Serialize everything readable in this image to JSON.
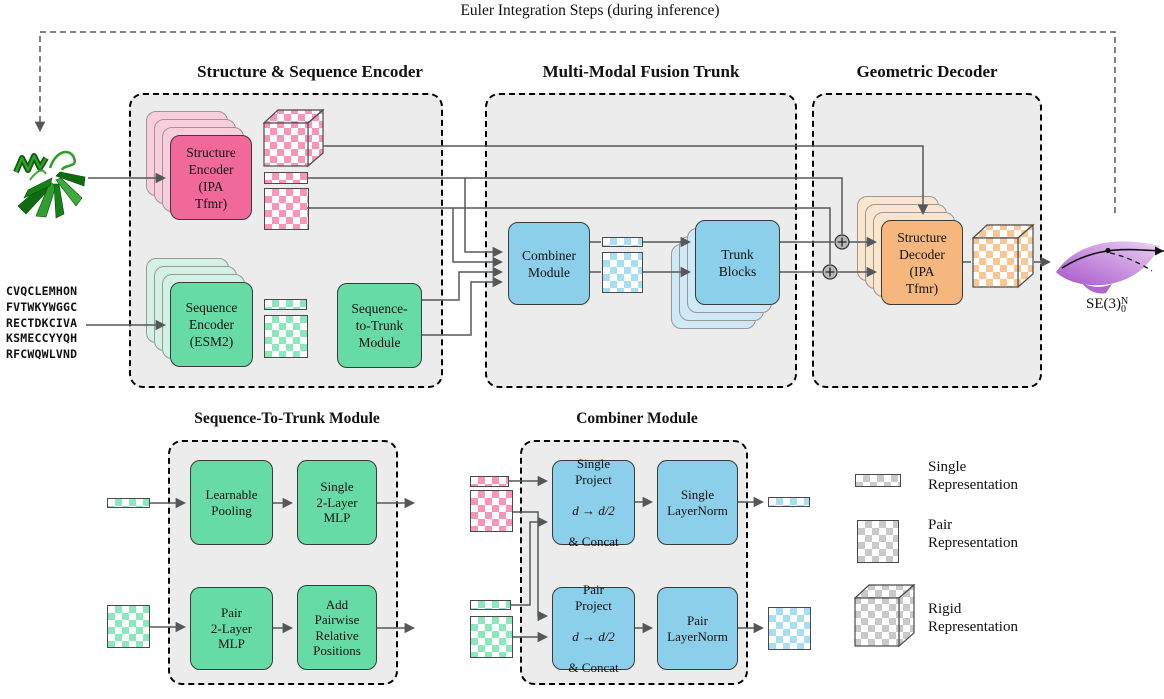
{
  "loop_label": "Euler Integration Steps (during inference)",
  "sections": {
    "encoder": "Structure & Sequence Encoder",
    "trunk": "Multi-Modal Fusion Trunk",
    "decoder": "Geometric Decoder"
  },
  "sequence_input": [
    "CVQCLEMHON",
    "FVTWKYWGGC",
    "RECTDKCIVA",
    "KSMECCYYQH",
    "RFCWQWLVND"
  ],
  "blocks": {
    "structure_encoder": "Structure\nEncoder\n(IPA\nTfmr)",
    "sequence_encoder": "Sequence\nEncoder\n(ESM2)",
    "seq_to_trunk": "Sequence-\nto-Trunk\nModule",
    "combiner": "Combiner\nModule",
    "trunk_blocks": "Trunk\nBlocks",
    "structure_decoder": "Structure\nDecoder\n(IPA\nTfmr)"
  },
  "output_manifold": {
    "base": "SE(3)",
    "sub": "0",
    "sup": "N"
  },
  "details": {
    "seq_to_trunk": {
      "title": "Sequence-To-Trunk Module",
      "pooling": "Learnable\nPooling",
      "single_mlp": "Single\n2-Layer\nMLP",
      "pair_mlp": "Pair\n2-Layer\nMLP",
      "add_pairwise": "Add\nPairwise\nRelative\nPositions"
    },
    "combiner": {
      "title": "Combiner Module",
      "single_project": [
        "Single\nProject",
        "d → d/2",
        "& Concat"
      ],
      "single_layernorm": "Single\nLayerNorm",
      "pair_project": [
        "Pair\nProject",
        "d → d/2",
        "& Concat"
      ],
      "pair_layernorm": "Pair\nLayerNorm"
    }
  },
  "legend": {
    "single": "Single\nRepresentation",
    "pair": "Pair\nRepresentation",
    "rigid": "Rigid\nRepresentation"
  },
  "colors": {
    "pink": "#F0699A",
    "pink_light": "#FACDDC",
    "pink_checker": "#F995B7",
    "green": "#66DBA6",
    "green_light": "#D4F2E3",
    "green_checker": "#8BE8BC",
    "blue": "#8CCFEB",
    "blue_light": "#CFE9F7",
    "blue_checker": "#A8DDF3",
    "orange": "#F5B77E",
    "orange_light": "#FBE5CD",
    "orange_checker": "#F8C795",
    "gray_checker": "#C9C9C9",
    "panel_gray": "#ececec",
    "line_gray": "#55585a",
    "manifold_purple": "#B065CF"
  }
}
